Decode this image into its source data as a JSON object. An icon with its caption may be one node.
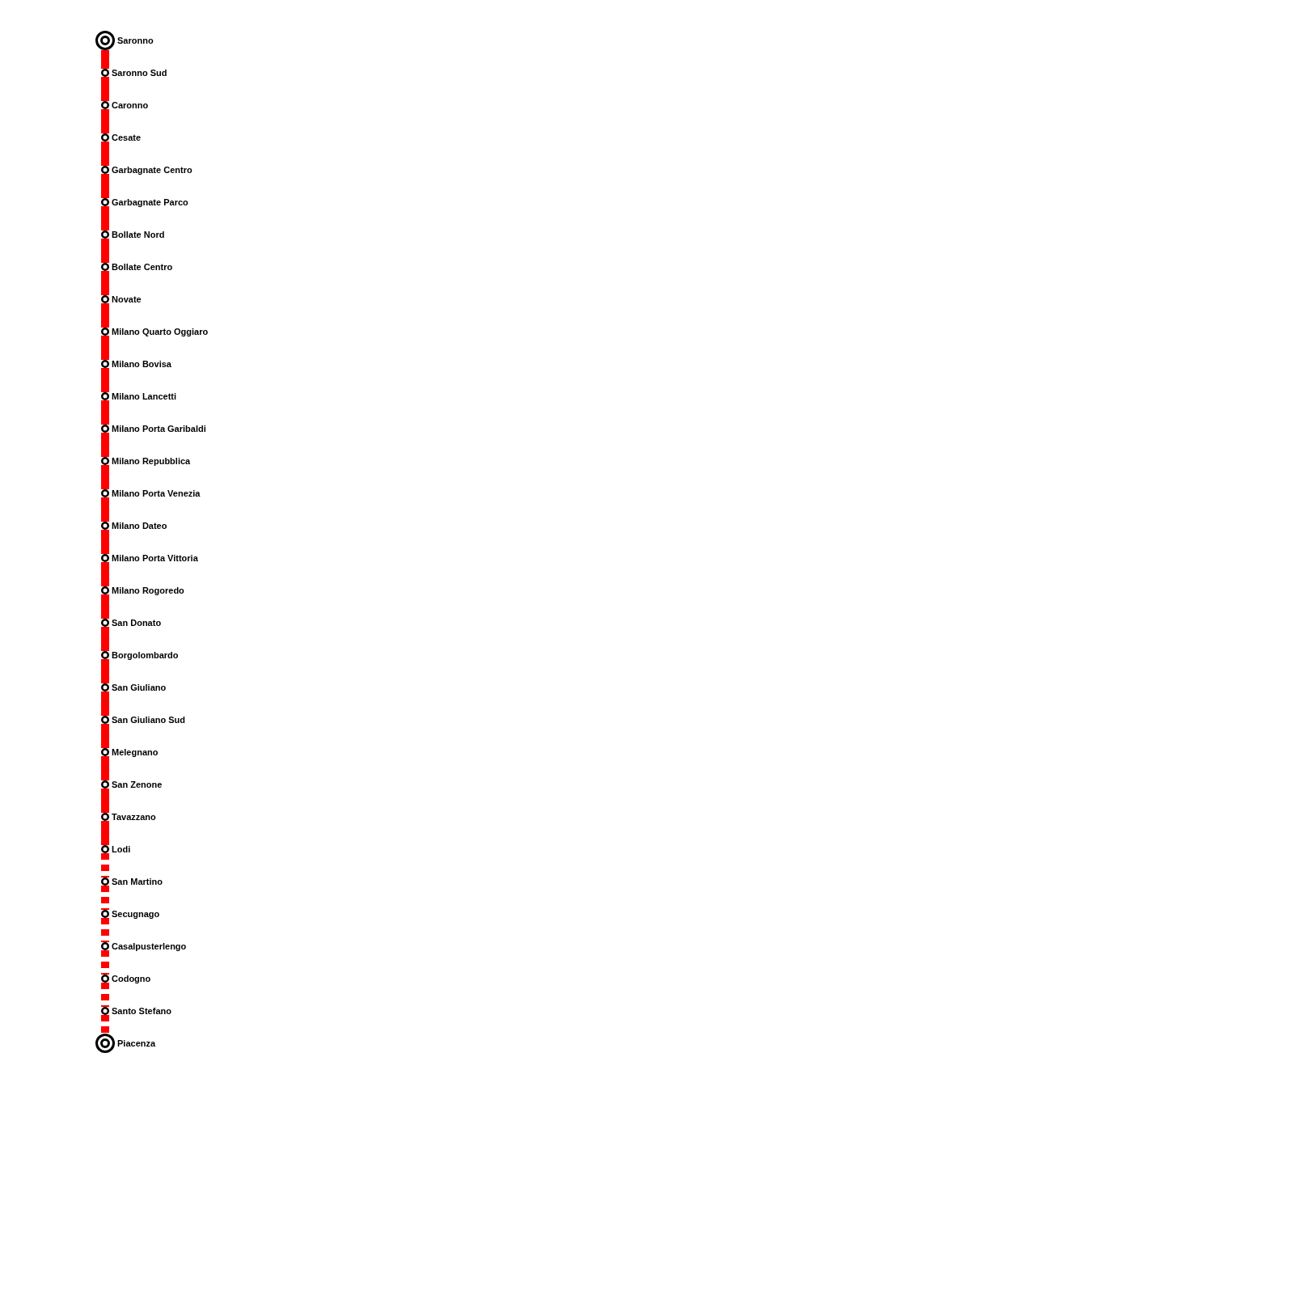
{
  "diagram": {
    "nodes": [
      {
        "text": [
          "Saronno"
        ]
      },
      {
        "text": [
          "Saronno Sud"
        ]
      },
      {
        "text": [
          "Caronno"
        ]
      },
      {
        "text": [
          "Cesate"
        ]
      },
      {
        "text": [
          "Garbagnate Centro"
        ]
      },
      {
        "text": [
          "Garbagnate Parco"
        ]
      },
      {
        "text": [
          "Bollate Nord"
        ]
      },
      {
        "text": [
          "Bollate Centro"
        ]
      },
      {
        "text": [
          "Novate"
        ]
      },
      {
        "text": [
          "Milano Quarto Oggiaro"
        ]
      },
      {
        "text": [
          "Milano Bovisa"
        ]
      },
      {
        "text": [
          "Milano Lancetti"
        ]
      },
      {
        "text": [
          "Milano Porta Garibaldi"
        ]
      },
      {
        "text": [
          "Milano Repubblica"
        ]
      },
      {
        "text": [
          "Milano Porta Venezia"
        ]
      },
      {
        "text": [
          "Milano Dateo"
        ]
      },
      {
        "text": [
          "Milano Porta Vittoria"
        ]
      },
      {
        "text": [
          "Milano Rogoredo"
        ]
      },
      {
        "text": [
          "San Donato"
        ]
      },
      {
        "text": [
          "Borgolombardo"
        ]
      },
      {
        "text": [
          "San Giuliano"
        ]
      },
      {
        "text": [
          "San Giuliano Sud"
        ]
      },
      {
        "text": [
          "Melegnano"
        ]
      },
      {
        "text": [
          "San Zenone"
        ]
      },
      {
        "text": [
          "Tavazzano"
        ]
      },
      {
        "text": [
          "Lodi"
        ]
      },
      {
        "text": [
          "San Martino"
        ]
      },
      {
        "text": [
          "Secugnago"
        ]
      },
      {
        "text": [
          "Casalpusterlengo"
        ]
      },
      {
        "text": [
          "Codogno"
        ]
      },
      {
        "text": [
          "Santo Stefano"
        ]
      },
      {
        "text": [
          "Piacenza"
        ]
      }
    ],
    "edges": [
      {
        "from": 0,
        "to": 1,
        "arrow": "none"
      },
      {
        "from": 1,
        "to": 2,
        "arrow": "none"
      },
      {
        "from": 2,
        "to": 3,
        "arrow": "none"
      },
      {
        "from": 3,
        "to": 4,
        "arrow": "none"
      },
      {
        "from": 4,
        "to": 5,
        "arrow": "none"
      },
      {
        "from": 5,
        "to": 6,
        "arrow": "none"
      },
      {
        "from": 6,
        "to": 7,
        "arrow": "none"
      },
      {
        "from": 7,
        "to": 8,
        "arrow": "none"
      },
      {
        "from": 8,
        "to": 9,
        "arrow": "none"
      },
      {
        "from": 9,
        "to": 10,
        "arrow": "none"
      },
      {
        "from": 10,
        "to": 11,
        "arrow": "none"
      },
      {
        "from": 11,
        "to": 12,
        "arrow": "none"
      },
      {
        "from": 12,
        "to": 13,
        "arrow": "none"
      },
      {
        "from": 13,
        "to": 14,
        "arrow": "none"
      },
      {
        "from": 14,
        "to": 15,
        "arrow": "none"
      },
      {
        "from": 15,
        "to": 16,
        "arrow": "none"
      },
      {
        "from": 16,
        "to": 17,
        "arrow": "none"
      },
      {
        "from": 17,
        "to": 18,
        "arrow": "none"
      },
      {
        "from": 18,
        "to": 19,
        "arrow": "none"
      },
      {
        "from": 19,
        "to": 20,
        "arrow": "none"
      },
      {
        "from": 20,
        "to": 21,
        "arrow": "none"
      },
      {
        "from": 21,
        "to": 22,
        "arrow": "none"
      },
      {
        "from": 22,
        "to": 23,
        "arrow": "none"
      },
      {
        "from": 23,
        "to": 24,
        "arrow": "none"
      },
      {
        "from": 24,
        "to": 25,
        "arrow": "none"
      },
      {
        "from": 25,
        "to": 26,
        "arrow": "none",
        "style": "dashed"
      },
      {
        "from": 26,
        "to": 27,
        "arrow": "none",
        "style": "dashed"
      },
      {
        "from": 27,
        "to": 28,
        "arrow": "none",
        "style": "dashed"
      },
      {
        "from": 28,
        "to": 29,
        "arrow": "none",
        "style": "dashed"
      },
      {
        "from": 29,
        "to": 30,
        "arrow": "none",
        "style": "dashed"
      },
      {
        "from": 30,
        "to": 31,
        "arrow": "none",
        "style": "dashed"
      }
    ]
  }
}
